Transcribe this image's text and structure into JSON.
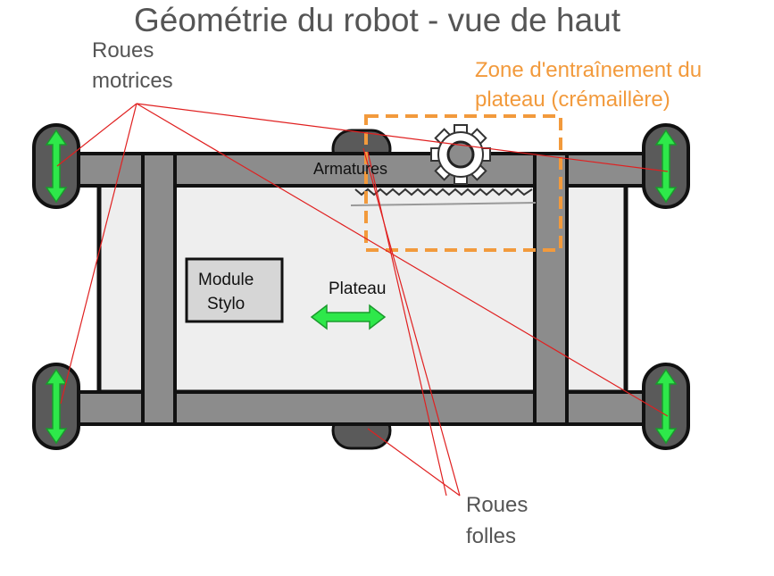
{
  "title": "Géométrie du robot - vue de haut",
  "labels": {
    "roues_motrices": [
      "Roues",
      "motrices"
    ],
    "zone_entrainement": [
      "Zone d'entraînement du",
      "plateau (crémaillère)"
    ],
    "armatures": "Armatures",
    "module_stylo": [
      "Module",
      "Stylo"
    ],
    "plateau": "Plateau",
    "roues_folles": [
      "Roues",
      "folles"
    ]
  },
  "colors": {
    "title": "#555555",
    "zone": "#f29a3c",
    "annotation_lines": "#e02020",
    "frame": "#8c8c8c",
    "plateau_fill": "#eeeeee",
    "wheel": "#5a5a5a",
    "arrow": "#2ee84a"
  }
}
